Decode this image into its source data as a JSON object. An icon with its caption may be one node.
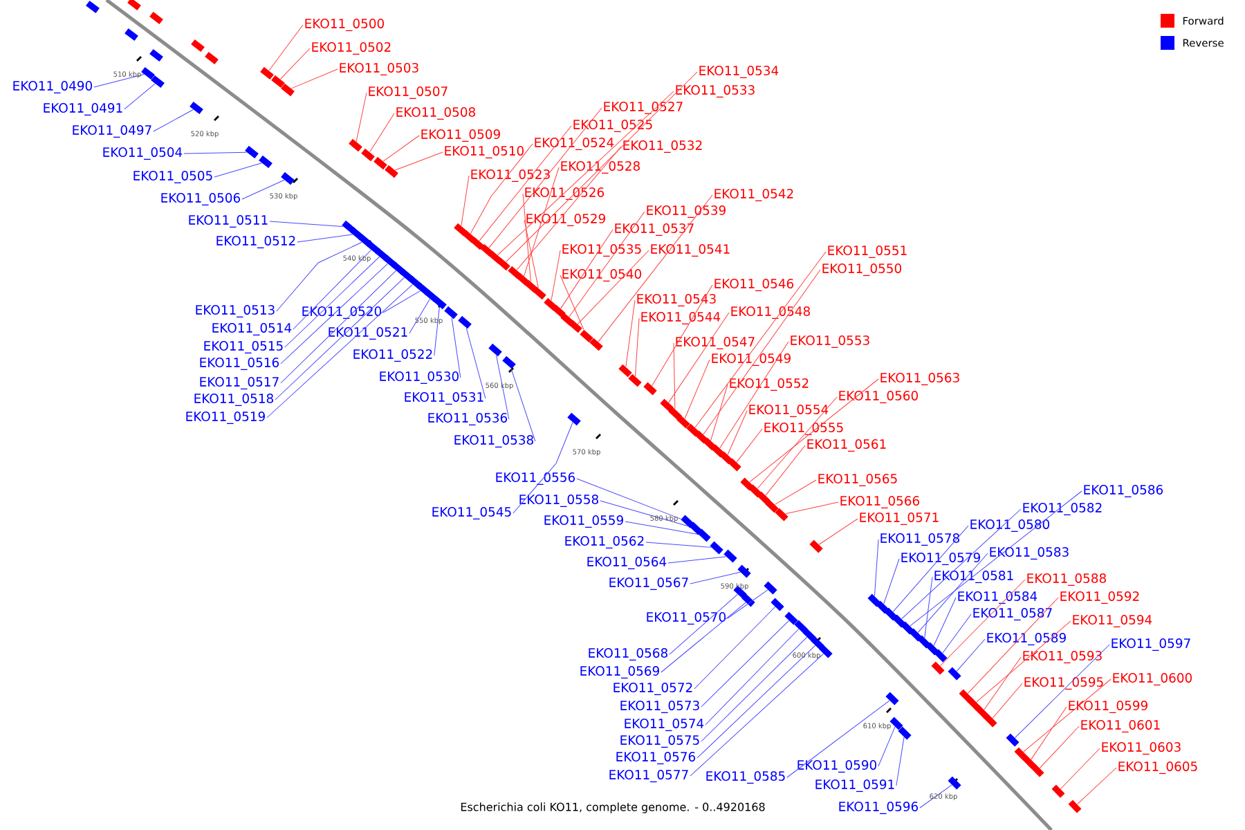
{
  "diagram": {
    "caption": "Escherichia coli KO11, complete genome. - 0..4920168",
    "nodes": [
      {
        "text": [
          "EKO11_0500"
        ]
      },
      {
        "text": [
          "EKO11_0502"
        ]
      },
      {
        "text": [
          "EKO11_0503"
        ]
      },
      {
        "text": [
          "EKO11_0507"
        ]
      },
      {
        "text": [
          "EKO11_0508"
        ]
      },
      {
        "text": [
          "EKO11_0509"
        ]
      },
      {
        "text": [
          "EKO11_0510"
        ]
      },
      {
        "text": [
          "EKO11_0523"
        ]
      },
      {
        "text": [
          "EKO11_0524"
        ]
      },
      {
        "text": [
          "EKO11_0525"
        ]
      },
      {
        "text": [
          "EKO11_0527"
        ]
      },
      {
        "text": [
          "EKO11_0533"
        ]
      },
      {
        "text": [
          "EKO11_0534"
        ]
      },
      {
        "text": [
          "EKO11_0532"
        ]
      },
      {
        "text": [
          "EKO11_0528"
        ]
      },
      {
        "text": [
          "EKO11_0526"
        ]
      },
      {
        "text": [
          "EKO11_0529"
        ]
      },
      {
        "text": [
          "EKO11_0535"
        ]
      },
      {
        "text": [
          "EKO11_0537"
        ]
      },
      {
        "text": [
          "EKO11_0539"
        ]
      },
      {
        "text": [
          "EKO11_0541"
        ]
      },
      {
        "text": [
          "EKO11_0542"
        ]
      },
      {
        "text": [
          "EKO11_0540"
        ]
      },
      {
        "text": [
          "EKO11_0543"
        ]
      },
      {
        "text": [
          "EKO11_0544"
        ]
      },
      {
        "text": [
          "EKO11_0546"
        ]
      },
      {
        "text": [
          "EKO11_0548"
        ]
      },
      {
        "text": [
          "EKO11_0547"
        ]
      },
      {
        "text": [
          "EKO11_0549"
        ]
      },
      {
        "text": [
          "EKO11_0551"
        ]
      },
      {
        "text": [
          "EKO11_0550"
        ]
      },
      {
        "text": [
          "EKO11_0553"
        ]
      },
      {
        "text": [
          "EKO11_0552"
        ]
      },
      {
        "text": [
          "EKO11_0554"
        ]
      },
      {
        "text": [
          "EKO11_0555"
        ]
      },
      {
        "text": [
          "EKO11_0563"
        ]
      },
      {
        "text": [
          "EKO11_0560"
        ]
      },
      {
        "text": [
          "EKO11_0561"
        ]
      },
      {
        "text": [
          "EKO11_0565"
        ]
      },
      {
        "text": [
          "EKO11_0566"
        ]
      },
      {
        "text": [
          "EKO11_0571"
        ]
      },
      {
        "text": [
          "EKO11_0588"
        ]
      },
      {
        "text": [
          "EKO11_0592"
        ]
      },
      {
        "text": [
          "EKO11_0594"
        ]
      },
      {
        "text": [
          "EKO11_0593"
        ]
      },
      {
        "text": [
          "EKO11_0595"
        ]
      },
      {
        "text": [
          "EKO11_0600"
        ]
      },
      {
        "text": [
          "EKO11_0599"
        ]
      },
      {
        "text": [
          "EKO11_0601"
        ]
      },
      {
        "text": [
          "EKO11_0603"
        ]
      },
      {
        "text": [
          "EKO11_0605"
        ]
      },
      {
        "text": [
          "EKO11_0490"
        ]
      },
      {
        "text": [
          "EKO11_0491"
        ]
      },
      {
        "text": [
          "EKO11_0497"
        ]
      },
      {
        "text": [
          "EKO11_0504"
        ]
      },
      {
        "text": [
          "EKO11_0505"
        ]
      },
      {
        "text": [
          "EKO11_0506"
        ]
      },
      {
        "text": [
          "EKO11_0511"
        ]
      },
      {
        "text": [
          "EKO11_0512"
        ]
      },
      {
        "text": [
          "EKO11_0513"
        ]
      },
      {
        "text": [
          "EKO11_0514"
        ]
      },
      {
        "text": [
          "EKO11_0515"
        ]
      },
      {
        "text": [
          "EKO11_0516"
        ]
      },
      {
        "text": [
          "EKO11_0517"
        ]
      },
      {
        "text": [
          "EKO11_0518"
        ]
      },
      {
        "text": [
          "EKO11_0519"
        ]
      },
      {
        "text": [
          "EKO11_0520"
        ]
      },
      {
        "text": [
          "EKO11_0521"
        ]
      },
      {
        "text": [
          "EKO11_0522"
        ]
      },
      {
        "text": [
          "EKO11_0530"
        ]
      },
      {
        "text": [
          "EKO11_0531"
        ]
      },
      {
        "text": [
          "EKO11_0536"
        ]
      },
      {
        "text": [
          "EKO11_0538"
        ]
      },
      {
        "text": [
          "EKO11_0545"
        ]
      },
      {
        "text": [
          "EKO11_0556"
        ]
      },
      {
        "text": [
          "EKO11_0558"
        ]
      },
      {
        "text": [
          "EKO11_0559"
        ]
      },
      {
        "text": [
          "EKO11_0562"
        ]
      },
      {
        "text": [
          "EKO11_0564"
        ]
      },
      {
        "text": [
          "EKO11_0567"
        ]
      },
      {
        "text": [
          "EKO11_0570"
        ]
      },
      {
        "text": [
          "EKO11_0568"
        ]
      },
      {
        "text": [
          "EKO11_0569"
        ]
      },
      {
        "text": [
          "EKO11_0572"
        ]
      },
      {
        "text": [
          "EKO11_0573"
        ]
      },
      {
        "text": [
          "EKO11_0574"
        ]
      },
      {
        "text": [
          "EKO11_0575"
        ]
      },
      {
        "text": [
          "EKO11_0576"
        ]
      },
      {
        "text": [
          "EKO11_0577"
        ]
      },
      {
        "text": [
          "EKO11_0585"
        ]
      },
      {
        "text": [
          "EKO11_0590"
        ]
      },
      {
        "text": [
          "EKO11_0591"
        ]
      },
      {
        "text": [
          "EKO11_0596"
        ]
      },
      {
        "text": [
          "EKO11_0578"
        ]
      },
      {
        "text": [
          "EKO11_0579"
        ]
      },
      {
        "text": [
          "EKO11_0580"
        ]
      },
      {
        "text": [
          "EKO11_0582"
        ]
      },
      {
        "text": [
          "EKO11_0586"
        ]
      },
      {
        "text": [
          "EKO11_0583"
        ]
      },
      {
        "text": [
          "EKO11_0581"
        ]
      },
      {
        "text": [
          "EKO11_0584"
        ]
      },
      {
        "text": [
          "EKO11_0587"
        ]
      },
      {
        "text": [
          "EKO11_0589"
        ]
      },
      {
        "text": [
          "EKO11_0597"
        ]
      },
      {
        "text": [],
        "shape": "box"
      },
      {
        "text": [],
        "shape": "box"
      },
      {
        "text": [],
        "shape": "box"
      },
      {
        "text": [],
        "shape": "box"
      },
      {
        "text": [],
        "shape": "box"
      },
      {
        "text": [],
        "shape": "box"
      },
      {
        "text": [],
        "shape": "box"
      },
      {
        "text": [],
        "shape": "box"
      },
      {
        "text": [],
        "shape": "box"
      },
      {
        "text": [],
        "shape": "box"
      },
      {
        "text": [],
        "shape": "box"
      },
      {
        "text": [],
        "shape": "box"
      },
      {
        "text": [],
        "shape": "box"
      },
      {
        "text": [],
        "shape": "box"
      },
      {
        "text": [],
        "shape": "box"
      },
      {
        "text": [],
        "shape": "box"
      },
      {
        "text": [],
        "shape": "box"
      },
      {
        "text": [],
        "shape": "box"
      },
      {
        "text": [],
        "shape": "box"
      },
      {
        "text": [],
        "shape": "box"
      },
      {
        "text": [],
        "shape": "box"
      },
      {
        "text": [],
        "shape": "box"
      },
      {
        "text": [],
        "shape": "box"
      },
      {
        "text": [],
        "shape": "box"
      },
      {
        "text": [],
        "shape": "box"
      },
      {
        "text": [],
        "shape": "box"
      },
      {
        "text": [],
        "shape": "box"
      },
      {
        "text": [],
        "shape": "box"
      },
      {
        "text": [],
        "shape": "box"
      },
      {
        "text": [],
        "shape": "box"
      },
      {
        "text": [],
        "shape": "box"
      },
      {
        "text": [],
        "shape": "box"
      },
      {
        "text": [],
        "shape": "box"
      },
      {
        "text": [],
        "shape": "box"
      },
      {
        "text": [],
        "shape": "box"
      },
      {
        "text": [],
        "shape": "box"
      },
      {
        "text": [],
        "shape": "box"
      },
      {
        "text": [],
        "shape": "box"
      },
      {
        "text": [],
        "shape": "box"
      },
      {
        "text": [],
        "shape": "box"
      },
      {
        "text": [],
        "shape": "box"
      },
      {
        "text": [],
        "shape": "box"
      },
      {
        "text": [],
        "shape": "box"
      },
      {
        "text": [],
        "shape": "box"
      },
      {
        "text": [],
        "shape": "box"
      },
      {
        "text": [],
        "shape": "box"
      },
      {
        "text": [],
        "shape": "box"
      },
      {
        "text": [],
        "shape": "box"
      },
      {
        "text": [],
        "shape": "box"
      },
      {
        "text": [],
        "shape": "box"
      },
      {
        "text": [],
        "shape": "box"
      },
      {
        "text": [],
        "shape": "box"
      },
      {
        "text": [],
        "shape": "box"
      },
      {
        "text": [],
        "shape": "box"
      },
      {
        "text": [],
        "shape": "box"
      },
      {
        "text": [],
        "shape": "box"
      },
      {
        "text": [],
        "shape": "box"
      },
      {
        "text": [],
        "shape": "box"
      },
      {
        "text": [],
        "shape": "box"
      },
      {
        "text": [],
        "shape": "box"
      },
      {
        "text": [],
        "shape": "box"
      },
      {
        "text": [],
        "shape": "box"
      },
      {
        "text": [],
        "shape": "box"
      },
      {
        "text": [],
        "shape": "box"
      },
      {
        "text": [],
        "shape": "box"
      },
      {
        "text": [],
        "shape": "box"
      },
      {
        "text": [],
        "shape": "box"
      },
      {
        "text": [],
        "shape": "box"
      },
      {
        "text": [],
        "shape": "box"
      },
      {
        "text": [],
        "shape": "box"
      },
      {
        "text": [],
        "shape": "box"
      },
      {
        "text": [],
        "shape": "box"
      },
      {
        "text": [],
        "shape": "box"
      },
      {
        "text": [],
        "shape": "box"
      },
      {
        "text": [],
        "shape": "box"
      },
      {
        "text": [],
        "shape": "box"
      },
      {
        "text": [],
        "shape": "box"
      },
      {
        "text": [],
        "shape": "box"
      },
      {
        "text": [],
        "shape": "box"
      },
      {
        "text": [],
        "shape": "box"
      },
      {
        "text": [],
        "shape": "box"
      },
      {
        "text": [],
        "shape": "box"
      },
      {
        "text": [],
        "shape": "box"
      },
      {
        "text": [],
        "shape": "box"
      },
      {
        "text": [],
        "shape": "box"
      },
      {
        "text": [],
        "shape": "box"
      },
      {
        "text": [],
        "shape": "box"
      },
      {
        "text": [],
        "shape": "box"
      },
      {
        "text": [],
        "shape": "box"
      },
      {
        "text": [],
        "shape": "box"
      },
      {
        "text": [],
        "shape": "box"
      },
      {
        "text": [],
        "shape": "box"
      },
      {
        "text": [],
        "shape": "box"
      },
      {
        "text": [],
        "shape": "box"
      },
      {
        "text": [],
        "shape": "box"
      },
      {
        "text": [],
        "shape": "box"
      },
      {
        "text": [],
        "shape": "box"
      },
      {
        "text": [],
        "shape": "box"
      },
      {
        "text": [],
        "shape": "box"
      },
      {
        "text": [],
        "shape": "box"
      },
      {
        "text": [],
        "shape": "box"
      },
      {
        "text": [],
        "shape": "box"
      },
      {
        "text": [],
        "shape": "box"
      },
      {
        "text": [],
        "shape": "box"
      },
      {
        "text": [],
        "shape": "box"
      },
      {
        "text": [],
        "shape": "box"
      },
      {
        "text": [],
        "shape": "box"
      },
      {
        "text": [],
        "shape": "box"
      },
      {
        "text": [],
        "shape": "box"
      },
      {
        "text": [],
        "shape": "box"
      },
      {
        "text": [],
        "shape": "box"
      }
    ],
    "edges": [
      {
        "from": 0,
        "to": 104,
        "arrow": "none",
        "color": "#ff4040"
      },
      {
        "from": 1,
        "to": 105,
        "arrow": "none",
        "color": "#ff4040"
      },
      {
        "from": 2,
        "to": 106,
        "arrow": "none",
        "color": "#ff4040"
      },
      {
        "from": 3,
        "to": 107,
        "arrow": "none",
        "color": "#ff4040"
      },
      {
        "from": 4,
        "to": 108,
        "arrow": "none",
        "color": "#ff4040"
      },
      {
        "from": 5,
        "to": 109,
        "arrow": "none",
        "color": "#ff4040"
      },
      {
        "from": 6,
        "to": 110,
        "arrow": "none",
        "color": "#ff4040"
      },
      {
        "from": 7,
        "to": 111,
        "arrow": "none",
        "color": "#ff4040"
      },
      {
        "from": 8,
        "to": 112,
        "arrow": "none",
        "color": "#ff4040"
      },
      {
        "from": 9,
        "to": 113,
        "arrow": "none",
        "color": "#ff4040"
      },
      {
        "from": 10,
        "to": 114,
        "arrow": "none",
        "color": "#ff4040"
      },
      {
        "from": 11,
        "to": 115,
        "arrow": "none",
        "color": "#ff4040"
      },
      {
        "from": 12,
        "to": 116,
        "arrow": "none",
        "color": "#ff4040"
      },
      {
        "from": 13,
        "to": 117,
        "arrow": "none",
        "color": "#ff4040"
      },
      {
        "from": 14,
        "to": 118,
        "arrow": "none",
        "color": "#ff4040"
      },
      {
        "from": 15,
        "to": 119,
        "arrow": "none",
        "color": "#ff4040"
      },
      {
        "from": 16,
        "to": 120,
        "arrow": "none",
        "color": "#ff4040"
      },
      {
        "from": 17,
        "to": 121,
        "arrow": "none",
        "color": "#ff4040"
      },
      {
        "from": 18,
        "to": 122,
        "arrow": "none",
        "color": "#ff4040"
      },
      {
        "from": 19,
        "to": 123,
        "arrow": "none",
        "color": "#ff4040"
      },
      {
        "from": 20,
        "to": 124,
        "arrow": "none",
        "color": "#ff4040"
      },
      {
        "from": 21,
        "to": 125,
        "arrow": "none",
        "color": "#ff4040"
      },
      {
        "from": 22,
        "to": 126,
        "arrow": "none",
        "color": "#ff4040"
      },
      {
        "from": 23,
        "to": 127,
        "arrow": "none",
        "color": "#ff4040"
      },
      {
        "from": 24,
        "to": 128,
        "arrow": "none",
        "color": "#ff4040"
      },
      {
        "from": 25,
        "to": 129,
        "arrow": "none",
        "color": "#ff4040"
      },
      {
        "from": 26,
        "to": 130,
        "arrow": "none",
        "color": "#ff4040"
      },
      {
        "from": 27,
        "to": 131,
        "arrow": "none",
        "color": "#ff4040"
      },
      {
        "from": 28,
        "to": 132,
        "arrow": "none",
        "color": "#ff4040"
      },
      {
        "from": 29,
        "to": 133,
        "arrow": "none",
        "color": "#ff4040"
      },
      {
        "from": 30,
        "to": 134,
        "arrow": "none",
        "color": "#ff4040"
      },
      {
        "from": 31,
        "to": 135,
        "arrow": "none",
        "color": "#ff4040"
      },
      {
        "from": 32,
        "to": 136,
        "arrow": "none",
        "color": "#ff4040"
      },
      {
        "from": 33,
        "to": 137,
        "arrow": "none",
        "color": "#ff4040"
      },
      {
        "from": 34,
        "to": 138,
        "arrow": "none",
        "color": "#ff4040"
      },
      {
        "from": 35,
        "to": 139,
        "arrow": "none",
        "color": "#ff4040"
      },
      {
        "from": 36,
        "to": 140,
        "arrow": "none",
        "color": "#ff4040"
      },
      {
        "from": 37,
        "to": 141,
        "arrow": "none",
        "color": "#ff4040"
      },
      {
        "from": 38,
        "to": 142,
        "arrow": "none",
        "color": "#ff4040"
      },
      {
        "from": 39,
        "to": 143,
        "arrow": "none",
        "color": "#ff4040"
      },
      {
        "from": 40,
        "to": 144,
        "arrow": "none",
        "color": "#ff4040"
      },
      {
        "from": 41,
        "to": 145,
        "arrow": "none",
        "color": "#ff4040"
      },
      {
        "from": 42,
        "to": 146,
        "arrow": "none",
        "color": "#ff4040"
      },
      {
        "from": 43,
        "to": 147,
        "arrow": "none",
        "color": "#ff4040"
      },
      {
        "from": 44,
        "to": 148,
        "arrow": "none",
        "color": "#ff4040"
      },
      {
        "from": 45,
        "to": 149,
        "arrow": "none",
        "color": "#ff4040"
      },
      {
        "from": 46,
        "to": 150,
        "arrow": "none",
        "color": "#ff4040"
      },
      {
        "from": 47,
        "to": 151,
        "arrow": "none",
        "color": "#ff4040"
      },
      {
        "from": 48,
        "to": 152,
        "arrow": "none",
        "color": "#ff4040"
      },
      {
        "from": 49,
        "to": 153,
        "arrow": "none",
        "color": "#ff4040"
      },
      {
        "from": 50,
        "to": 154,
        "arrow": "none",
        "color": "#ff4040"
      },
      {
        "from": 51,
        "to": 155,
        "arrow": "none"
      },
      {
        "from": 52,
        "to": 156,
        "arrow": "none"
      },
      {
        "from": 53,
        "to": 157,
        "arrow": "none"
      },
      {
        "from": 54,
        "to": 158,
        "arrow": "none"
      },
      {
        "from": 55,
        "to": 159,
        "arrow": "none"
      },
      {
        "from": 56,
        "to": 160,
        "arrow": "none"
      },
      {
        "from": 57,
        "to": 161,
        "arrow": "none"
      },
      {
        "from": 58,
        "to": 162,
        "arrow": "none"
      },
      {
        "from": 59,
        "to": 163,
        "arrow": "none"
      },
      {
        "from": 60,
        "to": 164,
        "arrow": "none"
      },
      {
        "from": 61,
        "to": 165,
        "arrow": "none"
      },
      {
        "from": 62,
        "to": 166,
        "arrow": "none"
      },
      {
        "from": 63,
        "to": 167,
        "arrow": "none"
      },
      {
        "from": 64,
        "to": 168,
        "arrow": "none"
      },
      {
        "from": 65,
        "to": 169,
        "arrow": "none"
      },
      {
        "from": 66,
        "to": 170,
        "arrow": "none"
      },
      {
        "from": 67,
        "to": 171,
        "arrow": "none"
      },
      {
        "from": 68,
        "to": 172,
        "arrow": "none"
      },
      {
        "from": 69,
        "to": 173,
        "arrow": "none"
      },
      {
        "from": 70,
        "to": 174,
        "arrow": "none"
      },
      {
        "from": 71,
        "to": 175,
        "arrow": "none"
      },
      {
        "from": 72,
        "to": 176,
        "arrow": "none"
      },
      {
        "from": 73,
        "to": 177,
        "arrow": "none"
      },
      {
        "from": 74,
        "to": 178,
        "arrow": "none"
      },
      {
        "from": 75,
        "to": 179,
        "arrow": "none"
      },
      {
        "from": 76,
        "to": 180,
        "arrow": "none"
      },
      {
        "from": 77,
        "to": 181,
        "arrow": "none"
      },
      {
        "from": 78,
        "to": 182,
        "arrow": "none"
      },
      {
        "from": 79,
        "to": 183,
        "arrow": "none"
      },
      {
        "from": 80,
        "to": 184,
        "arrow": "none"
      },
      {
        "from": 81,
        "to": 185,
        "arrow": "none"
      },
      {
        "from": 82,
        "to": 186,
        "arrow": "none"
      },
      {
        "from": 83,
        "to": 187,
        "arrow": "none"
      },
      {
        "from": 84,
        "to": 188,
        "arrow": "none"
      },
      {
        "from": 85,
        "to": 189,
        "arrow": "none"
      },
      {
        "from": 86,
        "to": 190,
        "arrow": "none"
      },
      {
        "from": 87,
        "to": 191,
        "arrow": "none"
      },
      {
        "from": 88,
        "to": 192,
        "arrow": "none"
      },
      {
        "from": 89,
        "to": 193,
        "arrow": "none"
      },
      {
        "from": 90,
        "to": 194,
        "arrow": "none"
      },
      {
        "from": 91,
        "to": 195,
        "arrow": "none"
      },
      {
        "from": 92,
        "to": 196,
        "arrow": "none"
      },
      {
        "from": 93,
        "to": 197,
        "arrow": "none"
      },
      {
        "from": 94,
        "to": 198,
        "arrow": "none"
      },
      {
        "from": 95,
        "to": 199,
        "arrow": "none"
      },
      {
        "from": 96,
        "to": 200,
        "arrow": "none"
      },
      {
        "from": 97,
        "to": 201,
        "arrow": "none"
      },
      {
        "from": 98,
        "to": 202,
        "arrow": "none"
      },
      {
        "from": 99,
        "to": 203,
        "arrow": "none"
      },
      {
        "from": 100,
        "to": 204,
        "arrow": "none"
      },
      {
        "from": 101,
        "to": 205,
        "arrow": "none"
      },
      {
        "from": 102,
        "to": 206,
        "arrow": "none"
      },
      {
        "from": 103,
        "to": 207,
        "arrow": "none"
      }
    ],
    "labels": [
      "510 kbp",
      "520 kbp",
      "530 kbp",
      "540 kbp",
      "550 kbp",
      "560 kbp",
      "570 kbp",
      "580 kbp",
      "590 kbp",
      "600 kbp",
      "610 kbp",
      "620 kbp"
    ],
    "legend": [
      {
        "text": "Forward",
        "color": "#ff0000"
      },
      {
        "text": "Reverse",
        "color": "#0000ff"
      }
    ]
  }
}
